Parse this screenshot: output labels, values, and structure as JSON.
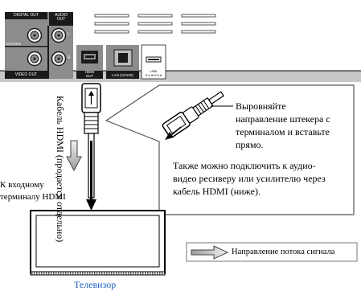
{
  "panel": {
    "digital_out": "DIGITAL OUT",
    "audio_out": "AUDIO\nOUT",
    "coaxial": "COAXIAL",
    "video_out": "VIDEO OUT",
    "ch_l": "L",
    "ch_r": "R",
    "hdmi_out": "HDMI\nOUT",
    "lan": "LAN (10/100)",
    "usb": "USB\n5 V ⎓ 0.5 A"
  },
  "cable": {
    "label_line1": "Кабель HDMI",
    "label_line2": "(продается",
    "label_line3": "отдельно)"
  },
  "callout": {
    "instruction_1": "Выровняйте",
    "instruction_2": "направление штекера с",
    "instruction_3": "терминалом и вставьте",
    "instruction_4": "прямо.",
    "note_1": "Также можно подключить к аудио-",
    "note_2": "видео ресиверу или усилителю через",
    "note_3": "кабель HDMI (ниже)."
  },
  "tv": {
    "input_label_1": "К входному",
    "input_label_2": "терминалу HDMI",
    "caption": "Телевизор"
  },
  "legend": {
    "signal_direction": "Направление потока сигнала"
  },
  "colors": {
    "panel_dark": "#1a1a1a",
    "panel_gray": "#8c8c8c",
    "callout_border": "#555555",
    "caption_link": "#1b5fbd"
  }
}
